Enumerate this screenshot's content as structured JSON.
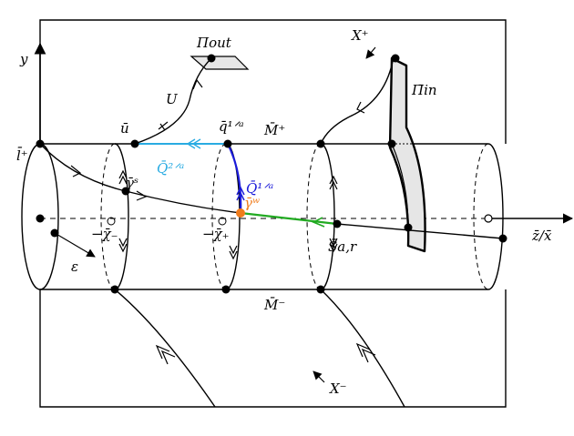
{
  "labels": {
    "y_axis": "y",
    "z_axis": "z̄/x̄",
    "l_plus": "l̄⁺",
    "u_bar": "ū",
    "U": "U",
    "pi_out": "Πout",
    "X_plus": "X⁺",
    "pi_in": "Π̄in",
    "q_bar": "q̄¹ᐟᵃ",
    "M_plus": "M̄⁺",
    "Q2a": "Q̄²ᐟᵃ",
    "Q1a": "Q̄¹ᐟᵃ",
    "gamma_s": "γ̄ˢ",
    "gamma_w": "γ̄ʷ",
    "chi_minus": "−χ̄₋",
    "chi_plus": "−χ̄₊",
    "S_ar": "S̄a,r",
    "epsilon": "ε",
    "M_minus": "M̄⁻",
    "X_minus": "X⁻"
  },
  "colors": {
    "cyan": "#29abe2",
    "blue": "#1a1ad9",
    "green": "#22aa22",
    "orange": "#f07c1c",
    "plane_fill": "#e6e6e6"
  }
}
